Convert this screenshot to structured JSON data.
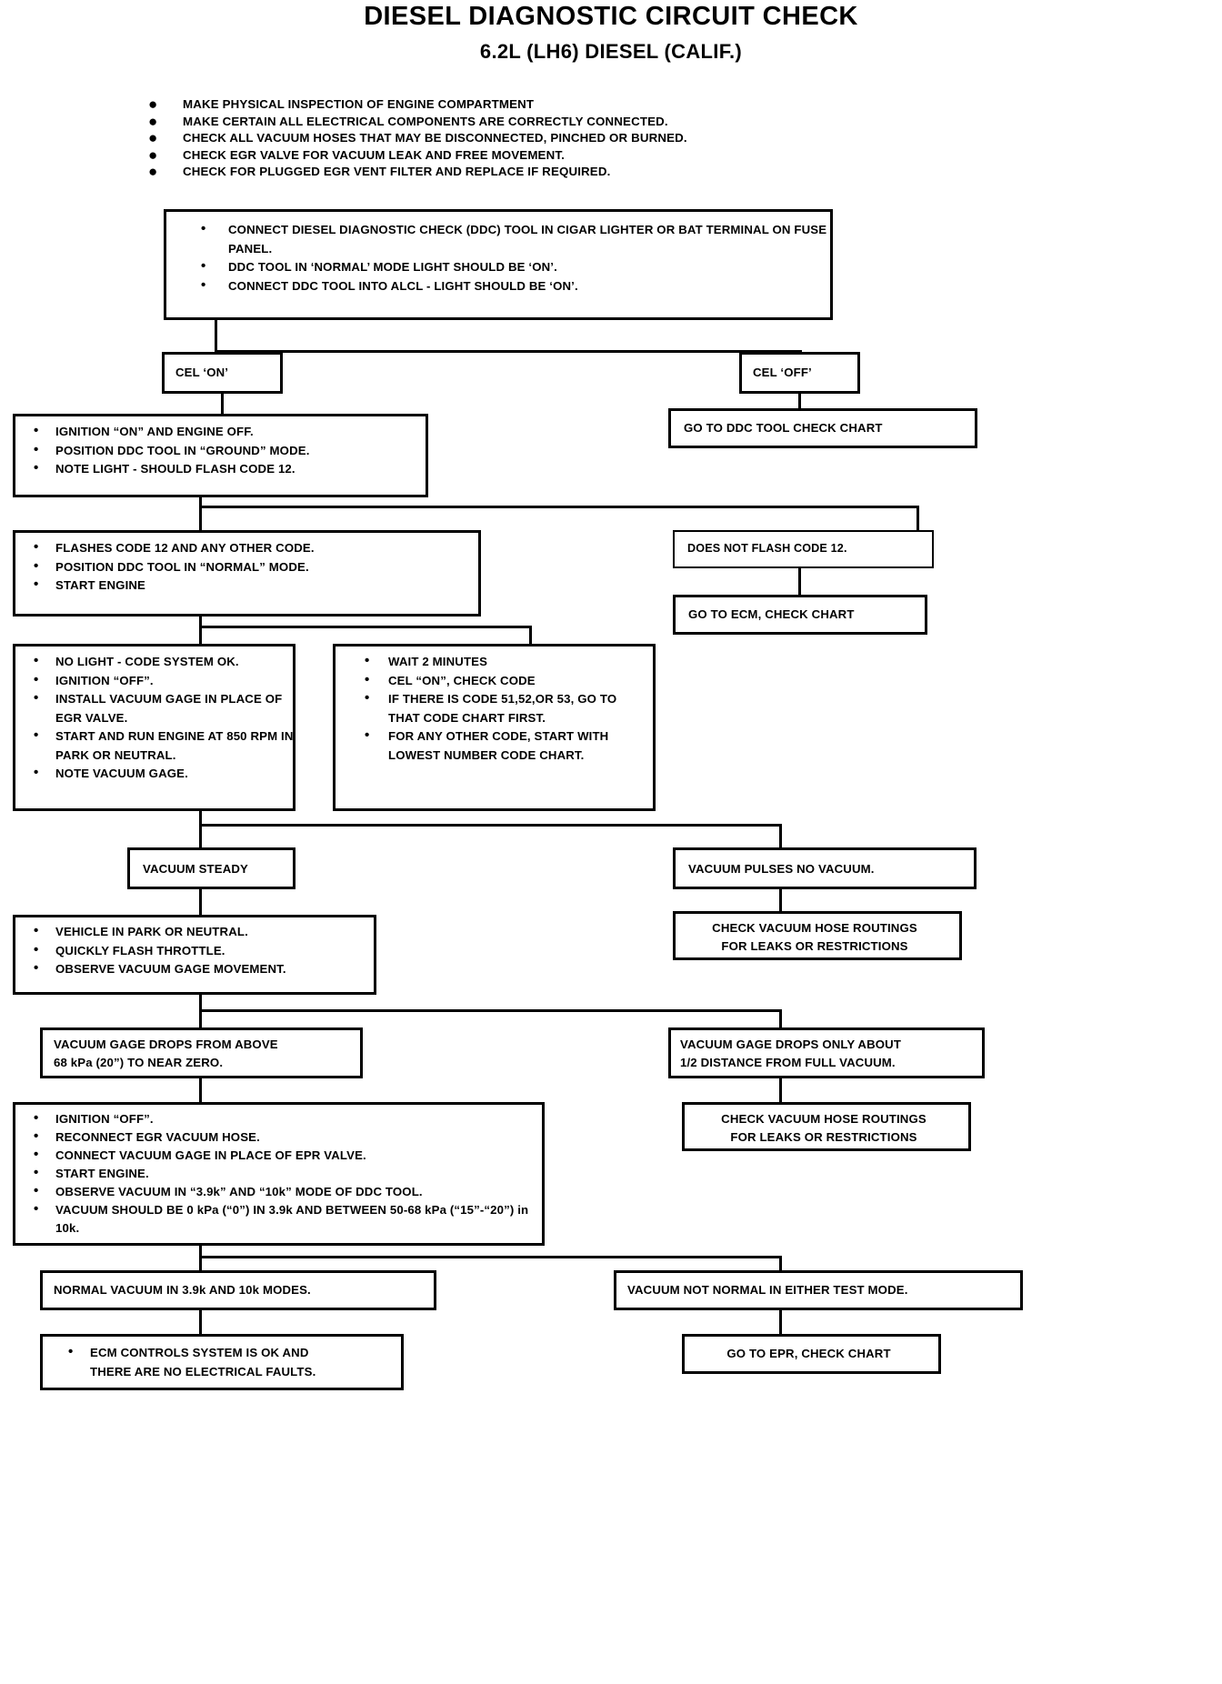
{
  "header": {
    "title": "DIESEL DIAGNOSTIC CIRCUIT CHECK",
    "subtitle": "6.2L (LH6) DIESEL (CALIF.)"
  },
  "preamble": {
    "items": [
      "MAKE PHYSICAL INSPECTION OF ENGINE COMPARTMENT",
      "MAKE CERTAIN ALL ELECTRICAL COMPONENTS ARE CORRECTLY CONNECTED.",
      "CHECK ALL VACUUM HOSES THAT MAY BE DISCONNECTED, PINCHED OR BURNED.",
      "CHECK EGR VALVE FOR VACUUM LEAK AND FREE MOVEMENT.",
      "CHECK FOR PLUGGED EGR VENT FILTER AND REPLACE IF REQUIRED."
    ]
  },
  "boxes": {
    "connect_ddc": {
      "items": [
        "CONNECT DIESEL DIAGNOSTIC CHECK (DDC) TOOL IN CIGAR LIGHTER OR BAT TERMINAL ON FUSE PANEL.",
        "DDC TOOL IN ‘NORMAL’ MODE LIGHT SHOULD BE ‘ON’.",
        "CONNECT DDC TOOL INTO ALCL - LIGHT SHOULD BE ‘ON’."
      ]
    },
    "cel_on": {
      "label": "CEL ‘ON’"
    },
    "cel_off": {
      "label": "CEL ‘OFF’"
    },
    "ddc_tool_check_chart": {
      "label": "GO TO DDC TOOL CHECK CHART"
    },
    "ignition_on": {
      "items": [
        "IGNITION “ON” AND ENGINE OFF.",
        "POSITION DDC TOOL IN  “GROUND”  MODE.",
        "NOTE LIGHT - SHOULD FLASH CODE 12."
      ]
    },
    "flashes_code12": {
      "items": [
        "FLASHES CODE 12 AND ANY OTHER CODE.",
        "POSITION DDC TOOL IN “NORMAL” MODE.",
        "START ENGINE"
      ]
    },
    "does_not_flash": {
      "label": "DOES NOT FLASH CODE 12."
    },
    "ecm_check_chart": {
      "label": "GO TO ECM, CHECK CHART"
    },
    "no_light": {
      "items": [
        "NO LIGHT - CODE SYSTEM OK.",
        "IGNITION “OFF”.",
        "INSTALL VACUUM GAGE IN PLACE OF EGR VALVE.",
        "START AND RUN ENGINE AT 850 RPM IN PARK OR NEUTRAL.",
        "NOTE VACUUM GAGE."
      ]
    },
    "wait_two_minutes": {
      "items": [
        "WAIT 2 MINUTES",
        "CEL “ON”, CHECK CODE",
        "IF THERE IS CODE 51,52,OR 53, GO TO THAT CODE CHART FIRST.",
        "FOR ANY OTHER CODE, START WITH LOWEST NUMBER CODE CHART."
      ]
    },
    "vacuum_steady": {
      "label": "VACUUM STEADY"
    },
    "vacuum_pulses": {
      "label": "VACUUM PULSES  NO VACUUM."
    },
    "check_hose_routings_1": {
      "line1": "CHECK VACUUM HOSE ROUTINGS",
      "line2": "FOR LEAKS OR RESTRICTIONS"
    },
    "vehicle_in_park": {
      "items": [
        "VEHICLE IN PARK OR NEUTRAL.",
        "QUICKLY FLASH THROTTLE.",
        "OBSERVE VACUUM GAGE MOVEMENT."
      ]
    },
    "gage_drops_near_zero": {
      "line1": "VACUUM  GAGE DROPS FROM  ABOVE",
      "line2": "68 kPa (20”) TO NEAR ZERO."
    },
    "gage_drops_half": {
      "line1": "VACUUM  GAGE DROPS ONLY ABOUT",
      "line2": "1/2 DISTANCE FROM FULL VACUUM."
    },
    "check_hose_routings_2": {
      "line1": "CHECK VACUUM HOSE ROUTINGS",
      "line2": "FOR LEAKS OR RESTRICTIONS"
    },
    "ignition_off_epr": {
      "items": [
        "IGNITION “OFF”.",
        "RECONNECT EGR VACUUM HOSE.",
        "CONNECT VACUUM GAGE IN PLACE OF EPR VALVE.",
        "START ENGINE.",
        "OBSERVE VACUUM IN “3.9k” AND “10k” MODE OF DDC TOOL.",
        "VACUUM SHOULD BE 0 kPa (“0”) IN 3.9k AND BETWEEN 50-68 kPa (“15”-“20”) in 10k."
      ]
    },
    "normal_vacuum": {
      "label": "NORMAL VACUUM IN 3.9k AND 10k MODES."
    },
    "vacuum_not_normal": {
      "label": "VACUUM NOT NORMAL IN EITHER TEST MODE."
    },
    "ecm_controls_ok": {
      "line1": "ECM CONTROLS SYSTEM IS OK AND",
      "line2": "THERE ARE NO ELECTRICAL FAULTS."
    },
    "epr_check_chart": {
      "label": "GO TO EPR, CHECK CHART"
    }
  }
}
